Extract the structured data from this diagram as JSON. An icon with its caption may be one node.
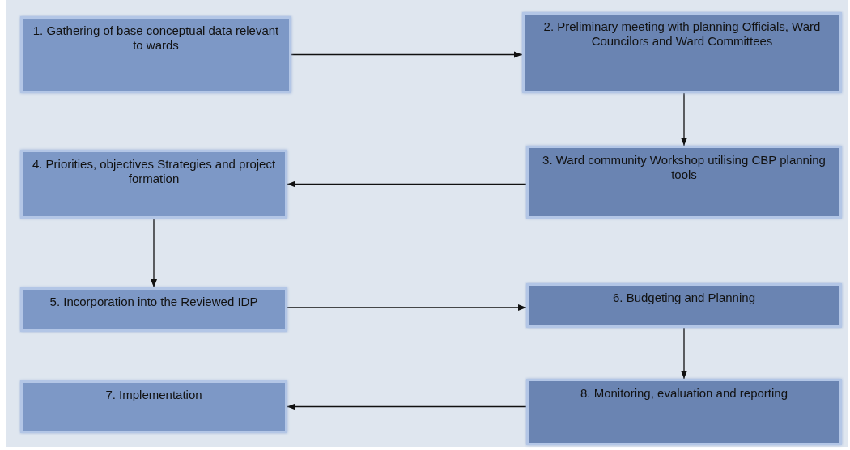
{
  "diagram": {
    "nodes": [
      {
        "text": [
          "1. Gathering of base conceptual data  relevant to wards"
        ]
      },
      {
        "text": [
          "2. Preliminary meeting with planning  Officials, Ward Councilors and Ward Committees"
        ]
      },
      {
        "text": [
          "3. Ward community Workshop utilising  CBP planning  tools"
        ]
      },
      {
        "text": [
          "4. Priorities, objectives Strategies and project formation"
        ]
      },
      {
        "text": [
          "5. Incorporation into the Reviewed IDP"
        ]
      },
      {
        "text": [
          "6. Budgeting  and Planning"
        ]
      },
      {
        "text": [
          "7. Implementation"
        ]
      },
      {
        "text": [
          "8. Monitoring, evaluation and reporting"
        ]
      }
    ],
    "edges": [
      {
        "from": 0,
        "to": 1,
        "arrow": "to"
      },
      {
        "from": 1,
        "to": 2,
        "arrow": "to"
      },
      {
        "from": 2,
        "to": 3,
        "arrow": "to"
      },
      {
        "from": 3,
        "to": 4,
        "arrow": "to"
      },
      {
        "from": 4,
        "to": 5,
        "arrow": "to"
      },
      {
        "from": 5,
        "to": 7,
        "arrow": "to"
      },
      {
        "from": 7,
        "to": 6,
        "arrow": "to"
      }
    ]
  }
}
